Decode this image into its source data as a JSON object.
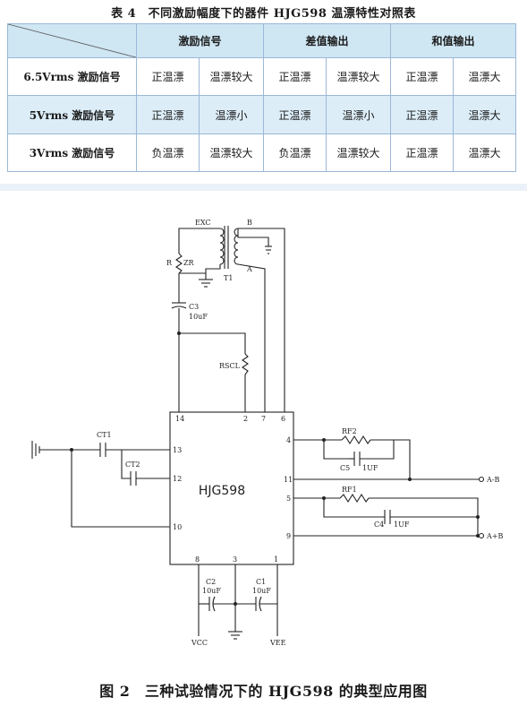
{
  "table": {
    "title": "表 4　不同激励幅度下的器件 HJG598 温漂特性对照表",
    "headers": [
      "激励信号",
      "差值输出",
      "和值输出"
    ],
    "rows": [
      {
        "label": "6.5Vrms 激励信号",
        "cells": [
          "正温漂",
          "温漂较大",
          "正温漂",
          "温漂较大",
          "正温漂",
          "温漂大"
        ]
      },
      {
        "label": "5Vrms 激励信号",
        "cells": [
          "正温漂",
          "温漂小",
          "正温漂",
          "温漂小",
          "正温漂",
          "温漂大"
        ]
      },
      {
        "label": "3Vrms 激励信号",
        "cells": [
          "负温漂",
          "温漂较大",
          "负温漂",
          "温漂较大",
          "正温漂",
          "温漂大"
        ]
      }
    ]
  },
  "circuit": {
    "chip_label": "HJG598",
    "pins": {
      "p14": "14",
      "p2": "2",
      "p7": "7",
      "p6": "6",
      "p13": "13",
      "p12": "12",
      "p10": "10",
      "p4": "4",
      "p11": "11",
      "p5": "5",
      "p9": "9",
      "p8": "8",
      "p3": "3",
      "p1": "1"
    },
    "labels": {
      "exc": "EXC",
      "b": "B",
      "a": "A",
      "t1": "T1",
      "r": "R",
      "zr": "ZR",
      "c3": "C3",
      "c3v": "10uF",
      "rscl": "RSCL",
      "ct1": "CT1",
      "ct2": "CT2",
      "rf2": "RF2",
      "c5": "C5",
      "c5v": "1UF",
      "rf1": "RF1",
      "c4": "C4",
      "c4v": "1UF",
      "out_ab": "A-B",
      "out_apb": "A+B",
      "c2": "C2",
      "c2v": "10uF",
      "c1": "C1",
      "c1v": "10uF",
      "vcc": "VCC",
      "vee": "VEE"
    }
  },
  "caption": "图 2　三种试验情况下的 HJG598 的典型应用图"
}
